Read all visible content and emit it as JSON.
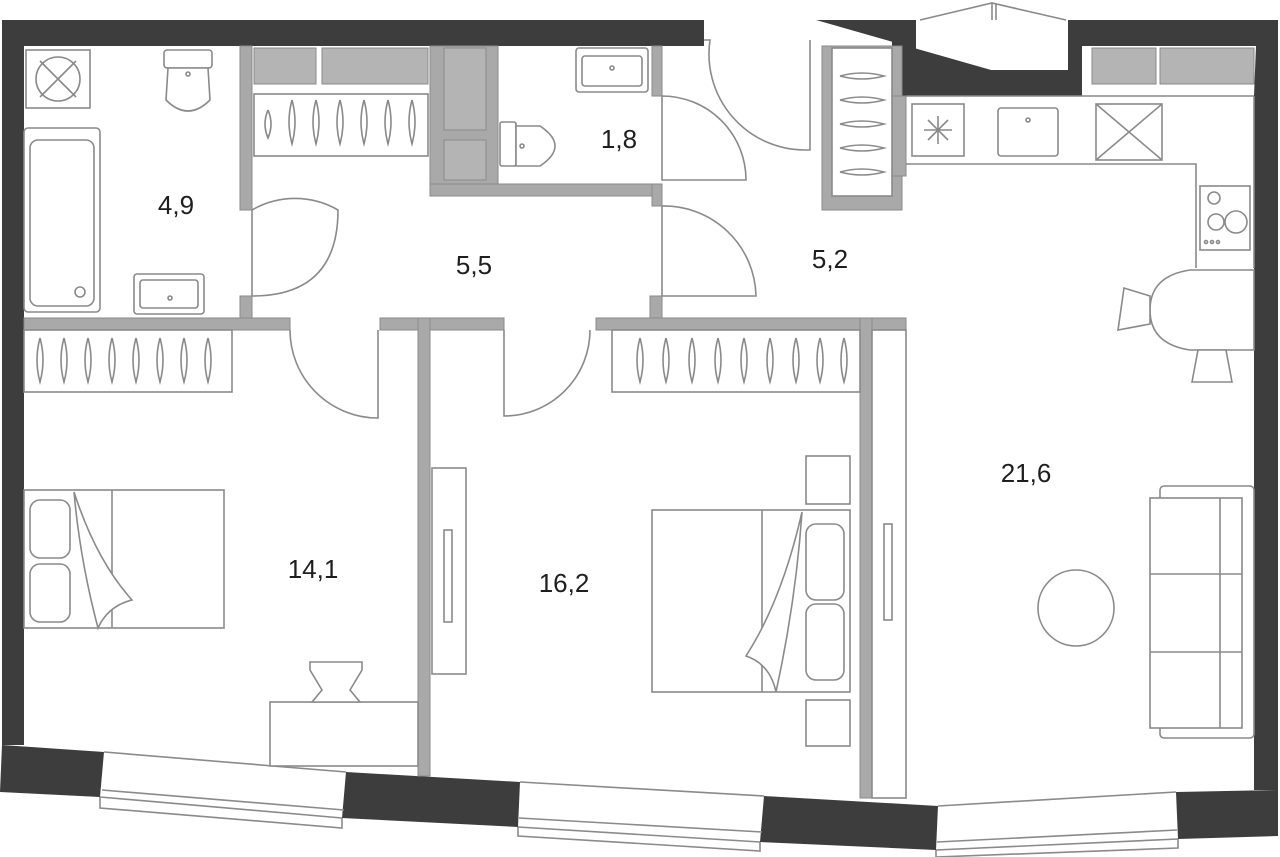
{
  "rooms": [
    {
      "id": "bathroom",
      "area": "4,9"
    },
    {
      "id": "toilet",
      "area": "1,8"
    },
    {
      "id": "hall-center",
      "area": "5,5"
    },
    {
      "id": "hall-right",
      "area": "5,2"
    },
    {
      "id": "bedroom-left",
      "area": "14,1"
    },
    {
      "id": "bedroom-center",
      "area": "16,2"
    },
    {
      "id": "living-kitchen",
      "area": "21,6"
    }
  ],
  "colors": {
    "wall": "#3d3d3d",
    "partition": "#a9a9a9",
    "line": "#8a8a8a",
    "background": "#ffffff"
  }
}
